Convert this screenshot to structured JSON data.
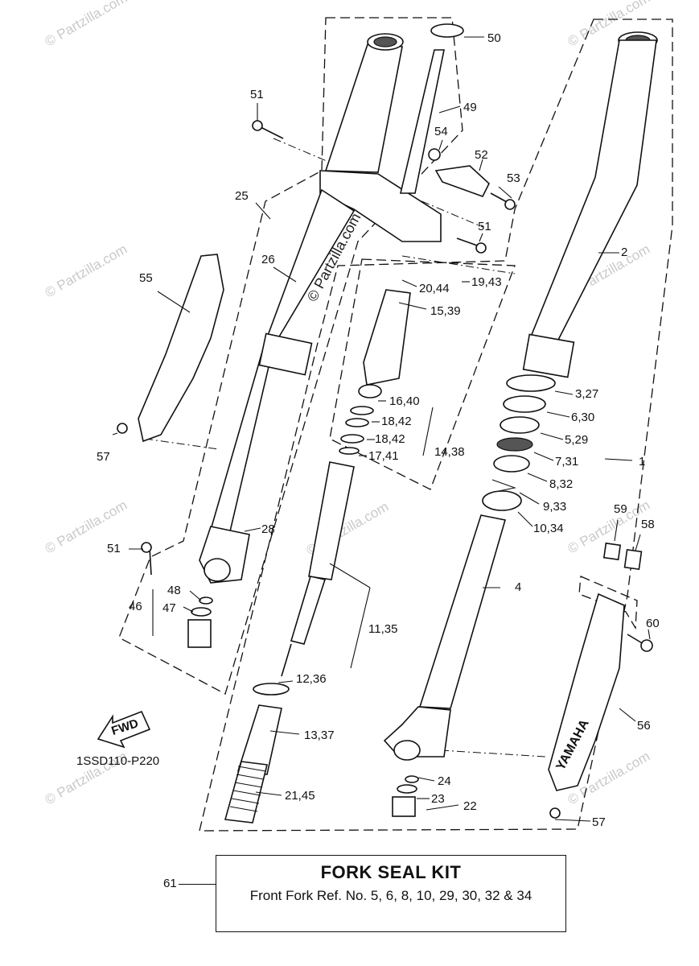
{
  "diagram": {
    "code": "1SSD110-P220",
    "fwd_label": "FWD",
    "watermark": "© Partzilla.com",
    "center_watermark": "© Partzilla.com",
    "brand_text": "YAMAHA",
    "callouts": {
      "c1": "1",
      "c2": "2",
      "c3": "3,27",
      "c4": "4",
      "c5": "5,29",
      "c6": "6,30",
      "c7": "7,31",
      "c8": "8,32",
      "c9": "9,33",
      "c10": "10,34",
      "c11": "11,35",
      "c12": "12,36",
      "c13": "13,37",
      "c14": "14,38",
      "c15": "15,39",
      "c16": "16,40",
      "c17": "17,41",
      "c18a": "18,42",
      "c18b": "18,42",
      "c19": "19,43",
      "c20": "20,44",
      "c21": "21,45",
      "c22": "22",
      "c23": "23",
      "c24": "24",
      "c25": "25",
      "c26": "26",
      "c28": "28",
      "c46": "46",
      "c47": "47",
      "c48": "48",
      "c49": "49",
      "c50": "50",
      "c51a": "51",
      "c51b": "51",
      "c51c": "51",
      "c52": "52",
      "c53": "53",
      "c54": "54",
      "c55": "55",
      "c56": "56",
      "c57a": "57",
      "c57b": "57",
      "c58": "58",
      "c59": "59",
      "c60": "60"
    }
  },
  "kit": {
    "ref": "61",
    "title": "FORK SEAL KIT",
    "description": "Front Fork Ref. No. 5, 6, 8, 10, 29, 30, 32 & 34"
  }
}
